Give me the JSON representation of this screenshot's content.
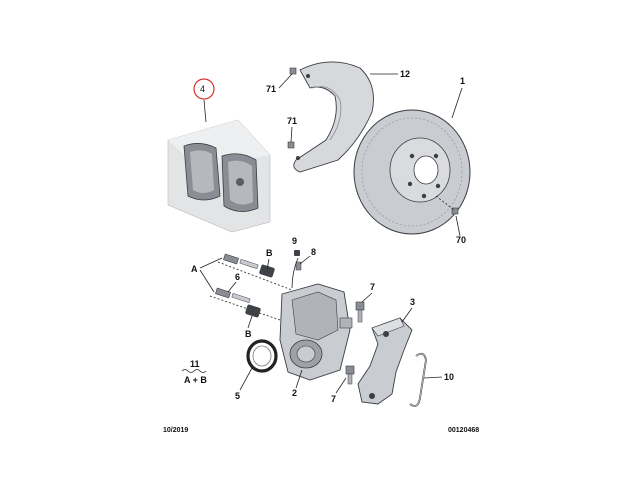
{
  "callouts": {
    "c1": "1",
    "c2": "2",
    "c3": "3",
    "c4": "4",
    "c5": "5",
    "c6": "6",
    "c7a": "7",
    "c7b": "7",
    "c8": "8",
    "c9": "9",
    "c10": "10",
    "c11": "11",
    "c12": "12",
    "c70": "70",
    "c71a": "71",
    "c71b": "71",
    "cA": "A",
    "cBa": "B",
    "cBb": "B",
    "kit": "A + B"
  },
  "footer": {
    "date": "10/2019",
    "ref": "00120468"
  },
  "colors": {
    "highlight": "#d8302a",
    "part": "#c9ccd0",
    "part_dark": "#8a8e94",
    "outline": "#3a3d42"
  }
}
